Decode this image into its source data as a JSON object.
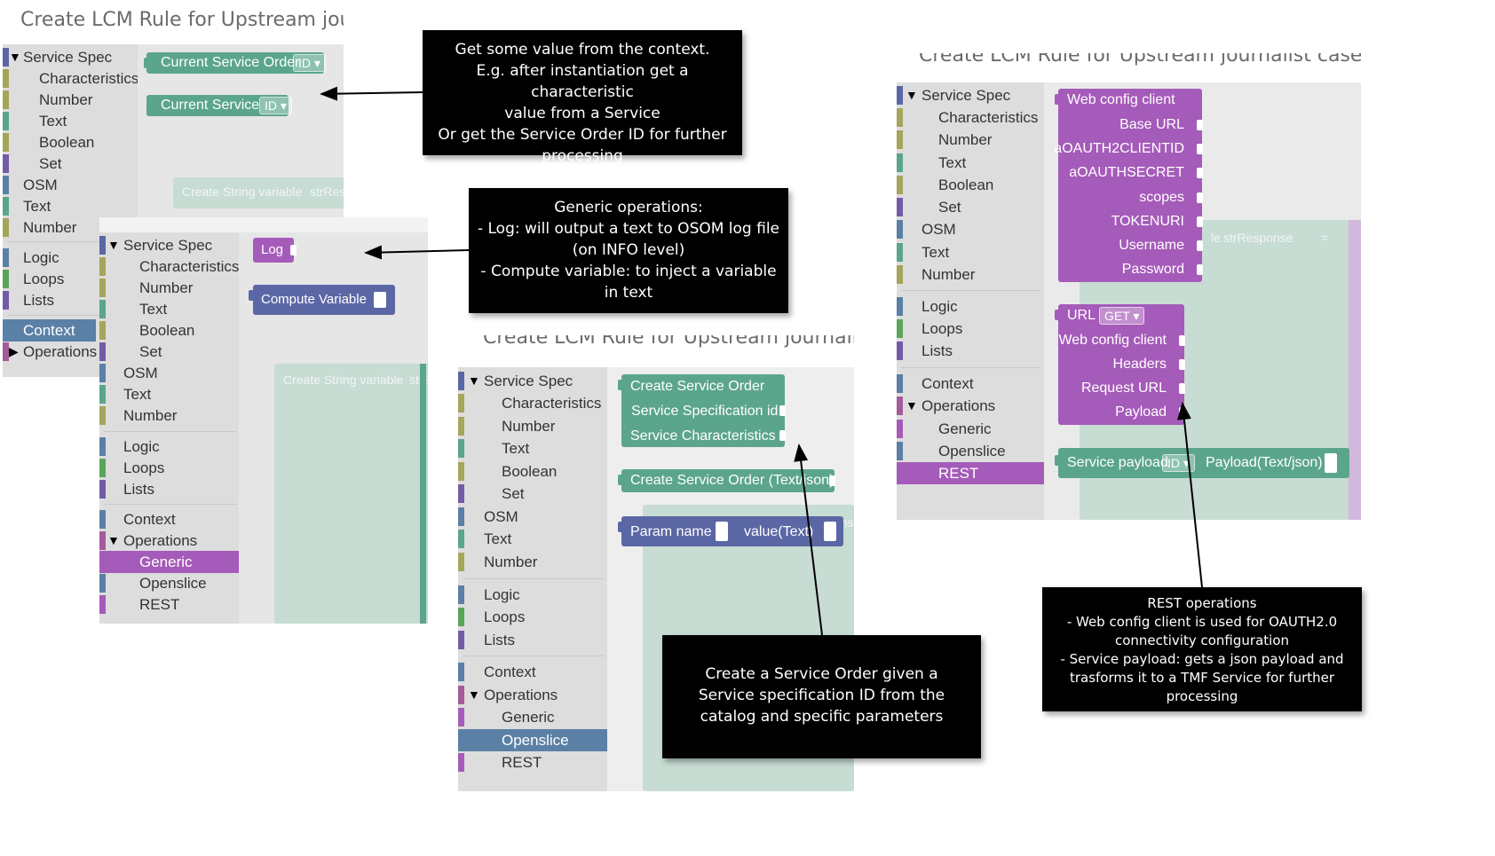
{
  "panel1": {
    "title": "Create LCM Rule for Upstream journalist ca",
    "categories": [
      "Service Spec",
      "Characteristics",
      "Number",
      "Text",
      "Boolean",
      "Set",
      "OSM",
      "Text",
      "Number",
      "Logic",
      "Loops",
      "Lists",
      "Context",
      "Operations"
    ],
    "blocks": {
      "current_service_order": "Current Service Order",
      "current_service": "Current Service",
      "id": "ID",
      "ghost": "Create String variable",
      "ghost_var": "strRes"
    }
  },
  "panel2": {
    "categories": [
      "Service Spec",
      "Characteristics",
      "Number",
      "Text",
      "Boolean",
      "Set",
      "OSM",
      "Text",
      "Number",
      "Logic",
      "Loops",
      "Lists",
      "Context",
      "Operations",
      "Generic",
      "Openslice",
      "REST"
    ],
    "blocks": {
      "log": "Log",
      "compute_variable": "Compute Variable",
      "ghost": "Create String variable",
      "ghost_var": "strR"
    }
  },
  "panel3": {
    "title": "Create LCM Rule for Upstream journalist case",
    "categories": [
      "Service Spec",
      "Characteristics",
      "Number",
      "Text",
      "Boolean",
      "Set",
      "OSM",
      "Text",
      "Number",
      "Logic",
      "Loops",
      "Lists",
      "Context",
      "Operations",
      "Generic",
      "Openslice",
      "REST"
    ],
    "blocks": {
      "create_service_order": "Create Service Order",
      "service_spec_id": "Service Specification id",
      "service_characteristics": "Service Characteristics",
      "create_service_order_text": "Create Service Order (Text/json)",
      "param_name": "Param name",
      "value_text": "value(Text)",
      "ghost": "spons"
    }
  },
  "panel4": {
    "title": "Create LCM Rule for Upstream journalist case",
    "categories": [
      "Service Spec",
      "Characteristics",
      "Number",
      "Text",
      "Boolean",
      "Set",
      "OSM",
      "Text",
      "Number",
      "Logic",
      "Loops",
      "Lists",
      "Context",
      "Operations",
      "Generic",
      "Openslice",
      "REST"
    ],
    "blocks": {
      "web_config_client": "Web config client",
      "base_url": "Base URL",
      "client_id": "aOAUTH2CLIENTID",
      "secret": "aOAUTHSECRET",
      "scopes": "scopes",
      "token_uri": "TOKENURI",
      "username": "Username",
      "password": "Password",
      "url": "URL",
      "get": "GET",
      "web_config_client2": "Web config client",
      "headers": "Headers",
      "request_url": "Request URL",
      "payload": "Payload",
      "service_payload": "Service payload",
      "id": "ID",
      "payload_text": "Payload(Text/json)",
      "ghost_le": "le",
      "ghost_var": "strResponse",
      "ghost_eq": "="
    }
  },
  "callouts": {
    "context": [
      "Get some value from the context.",
      "E.g. after instantiation get a characteristic",
      "value from a Service",
      "Or get the Service Order ID for further",
      "processing"
    ],
    "generic_title": "Generic operations:",
    "generic_bullets": [
      "-   Log: will output a text to OSOM log file (on INFO level)",
      "-   Compute variable: to inject a variable in text"
    ],
    "service_order": "Create a Service Order given a Service specification ID from the catalog and specific parameters",
    "rest_title": "REST operations",
    "rest_bullets": [
      "-   Web config client is used for OAUTH2.0 connectivity configuration",
      "-   Service payload: gets a json payload and trasforms it to a TMF Service for further processing"
    ]
  },
  "colors": {
    "service_spec": "#5b67a5",
    "characteristics": "#a5a55b",
    "number_spec": "#a5a55b",
    "text_spec": "#5ba58c",
    "boolean": "#a5a55b",
    "set": "#745ba5",
    "osm": "#5b80a5",
    "text": "#5ba58c",
    "number": "#a5a55b",
    "logic": "#5b80a5",
    "loops": "#5ba55b",
    "lists": "#745ba5",
    "context": "#5b80a5",
    "operations": "#a55b99",
    "generic": "#a55bb9",
    "openslice": "#5b80a5",
    "rest": "#a55bb9",
    "block_teal": "#5ba58c",
    "block_purple": "#a55bb9",
    "block_blue": "#5b67a5",
    "selected_context": "#5b80a5",
    "selected_generic": "#a55bb9",
    "selected_openslice": "#5b80a5",
    "selected_rest": "#a55bb9"
  }
}
